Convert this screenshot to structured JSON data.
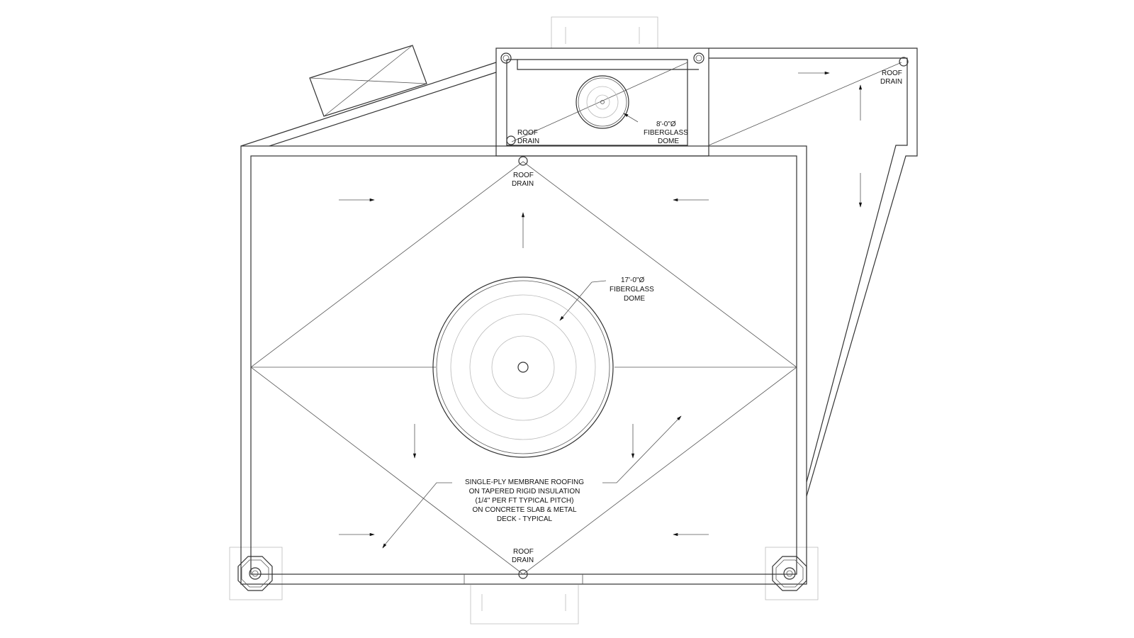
{
  "labels": {
    "drain_top_right": [
      "ROOF",
      "DRAIN"
    ],
    "drain_upper_box": [
      "ROOF",
      "DRAIN"
    ],
    "drain_top_center": [
      "ROOF",
      "DRAIN"
    ],
    "drain_bottom_center": [
      "ROOF",
      "DRAIN"
    ],
    "small_dome": [
      "8'-0\"Ø",
      "FIBERGLASS",
      "DOME"
    ],
    "large_dome": [
      "17'-0\"Ø",
      "FIBERGLASS",
      "DOME"
    ],
    "roofing_note": [
      "SINGLE-PLY MEMBRANE ROOFING",
      "ON TAPERED RIGID INSULATION",
      "(1/4\" PER FT TYPICAL PITCH)",
      "ON CONCRETE SLAB & METAL",
      "DECK - TYPICAL"
    ]
  },
  "colors": {
    "line": "#333333",
    "faint": "#bbbbbb",
    "background": "#ffffff"
  }
}
